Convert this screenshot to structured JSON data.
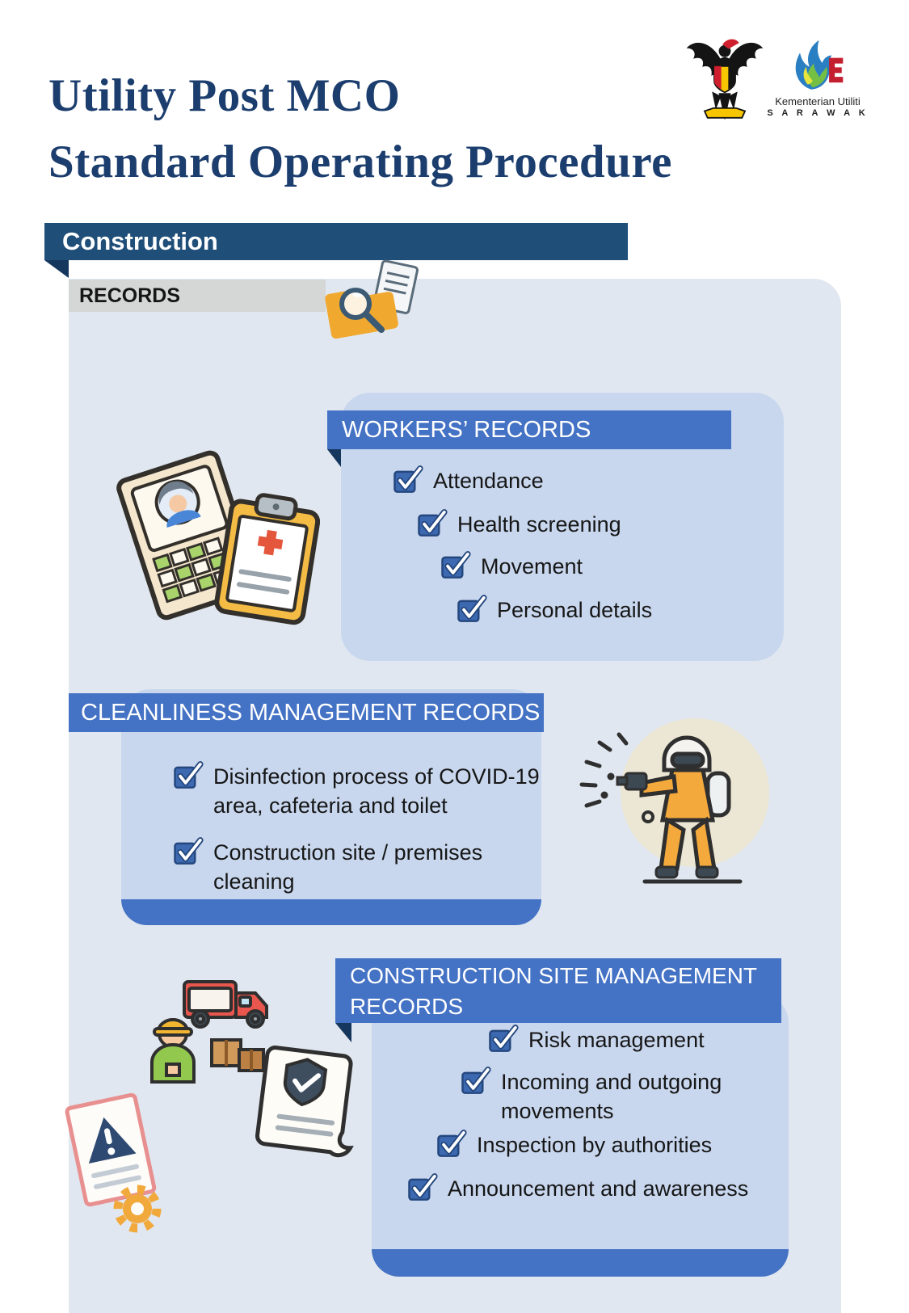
{
  "header": {
    "title_line1": "Utility Post MCO",
    "title_line2": "Standard Operating Procedure",
    "crest_icon": "sarawak-coat-of-arms",
    "ministry_logo": {
      "icon": "utility-flame-logo",
      "line1": "Kementerian Utiliti",
      "line2": "S A R A W A K"
    }
  },
  "banner": {
    "label": "Construction"
  },
  "records_bar": {
    "label": "RECORDS",
    "icon": "document-search-icon"
  },
  "sections": {
    "workers": {
      "title": "WORKERS’ RECORDS",
      "icon": "worker-id-card-clipboard-icon",
      "items": [
        "Attendance",
        "Health screening",
        "Movement",
        "Personal details"
      ]
    },
    "cleanliness": {
      "title": "CLEANLINESS MANAGEMENT RECORDS",
      "icon": "disinfection-sprayer-icon",
      "items": [
        "Disinfection process of COVID-19 area, cafeteria and toilet",
        "Construction site / premises cleaning"
      ]
    },
    "site_management": {
      "title": "CONSTRUCTION SITE MANAGEMENT RECORDS",
      "icons": [
        "delivery-truck-worker-icon",
        "warning-document-gear-icon",
        "scroll-shield-icon"
      ],
      "items": [
        "Risk management",
        "Incoming and outgoing movements",
        "Inspection by authorities",
        "Announcement and awareness"
      ]
    }
  },
  "colors": {
    "title_navy": "#1c3e6e",
    "banner_navy": "#1f4e79",
    "section_header_blue": "#4472c4",
    "section_panel_blue": "#c8d7ee",
    "content_panel": "#e0e7f0",
    "records_bar_gray": "#d5d7d6",
    "checkbox_blue": "#3d69b1"
  }
}
